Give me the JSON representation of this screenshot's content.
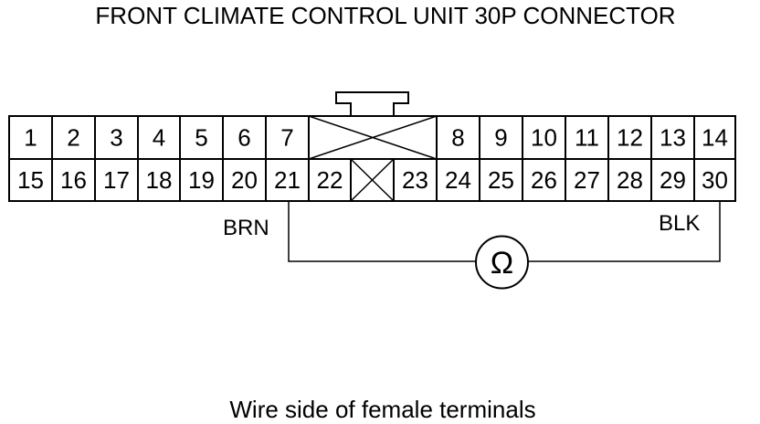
{
  "title": "FRONT CLIMATE CONTROL UNIT 30P CONNECTOR",
  "caption": "Wire side of female terminals",
  "connector": {
    "row1": [
      "1",
      "2",
      "3",
      "4",
      "5",
      "6",
      "7",
      "",
      "8",
      "9",
      "10",
      "11",
      "12",
      "13",
      "14"
    ],
    "row2": [
      "15",
      "16",
      "17",
      "18",
      "19",
      "20",
      "21",
      "22",
      "",
      "23",
      "24",
      "25",
      "26",
      "27",
      "28",
      "29",
      "30"
    ]
  },
  "wires": {
    "left_label": "BRN",
    "right_label": "BLK",
    "meter_symbol": "Ω"
  }
}
